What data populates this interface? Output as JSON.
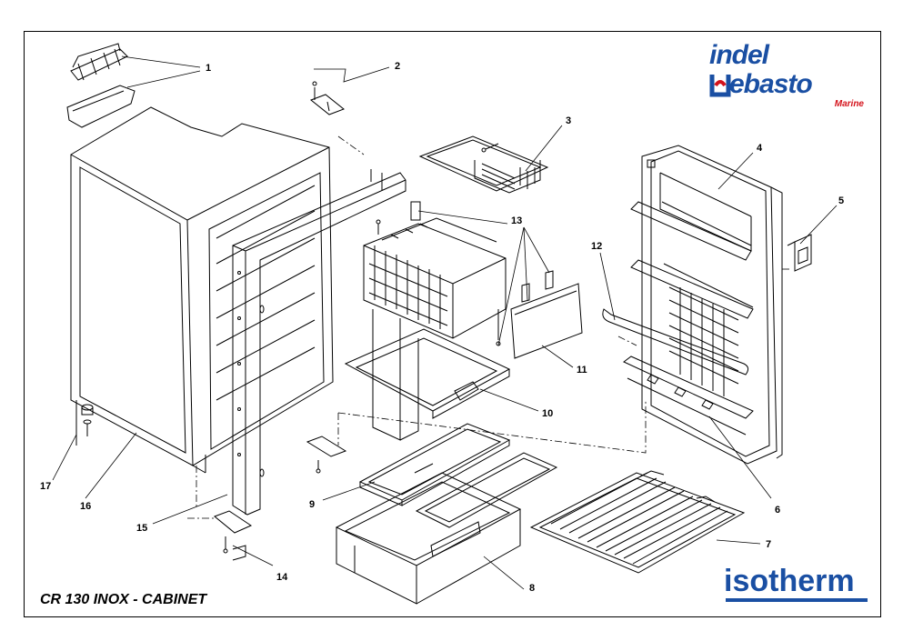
{
  "title": "CR 130 INOX - CABINET",
  "logos": {
    "indel": "indel",
    "webasto": "ebasto",
    "marine": "Marine",
    "isotherm": "isotherm"
  },
  "callouts": [
    "1",
    "2",
    "3",
    "4",
    "5",
    "6",
    "7",
    "8",
    "9",
    "10",
    "11",
    "12",
    "13",
    "14",
    "15",
    "16",
    "17"
  ],
  "colors": {
    "line": "#000000",
    "brand_blue": "#1a4fa3",
    "brand_red": "#d4121b"
  }
}
